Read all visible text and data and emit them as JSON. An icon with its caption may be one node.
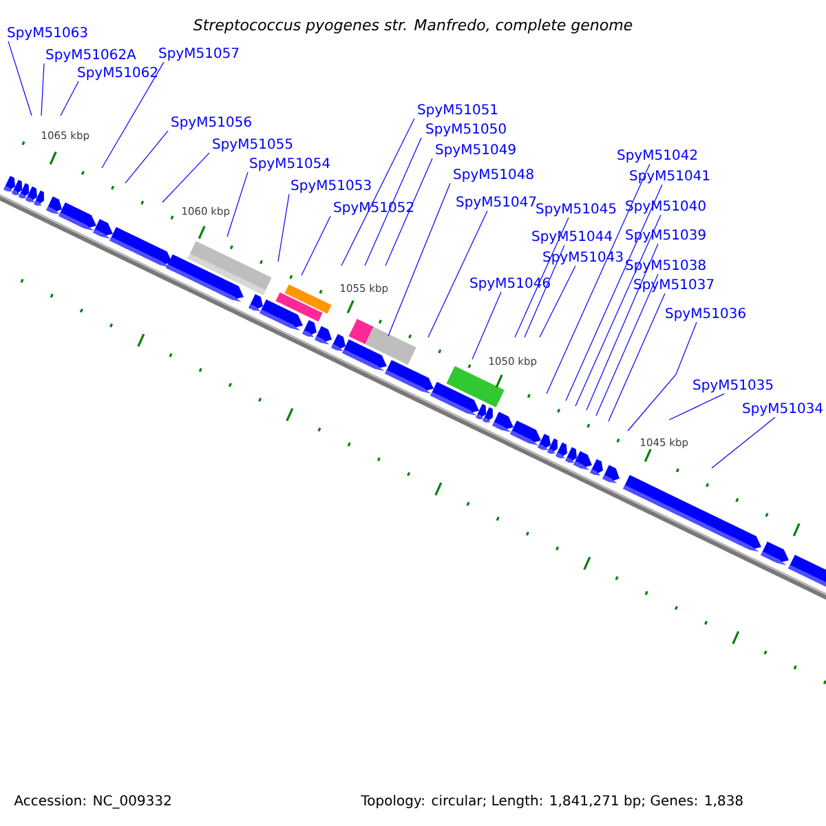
{
  "diagram": {
    "title": "Streptococcus pyogenes str. Manfredo, complete genome",
    "nodes": [
      {
        "text": [
          "SpyM51063"
        ]
      },
      {
        "text": [
          "SpyM51062A"
        ]
      },
      {
        "text": [
          "SpyM51062"
        ]
      },
      {
        "text": [
          "SpyM51057"
        ]
      },
      {
        "text": [
          "SpyM51056"
        ]
      },
      {
        "text": [
          "SpyM51055"
        ]
      },
      {
        "text": [
          "SpyM51054"
        ]
      },
      {
        "text": [
          "SpyM51053"
        ]
      },
      {
        "text": [
          "SpyM51052"
        ]
      },
      {
        "text": [
          "SpyM51051"
        ]
      },
      {
        "text": [
          "SpyM51050"
        ]
      },
      {
        "text": [
          "SpyM51049"
        ]
      },
      {
        "text": [
          "SpyM51048"
        ]
      },
      {
        "text": [
          "SpyM51047"
        ]
      },
      {
        "text": [
          "SpyM51046"
        ]
      },
      {
        "text": [
          "SpyM51045"
        ]
      },
      {
        "text": [
          "SpyM51044"
        ]
      },
      {
        "text": [
          "SpyM51043"
        ]
      },
      {
        "text": [
          "SpyM51042"
        ]
      },
      {
        "text": [
          "SpyM51041"
        ]
      },
      {
        "text": [
          "SpyM51040"
        ]
      },
      {
        "text": [
          "SpyM51039"
        ]
      },
      {
        "text": [
          "SpyM51038"
        ]
      },
      {
        "text": [
          "SpyM51037"
        ]
      },
      {
        "text": [
          "SpyM51036"
        ]
      },
      {
        "text": [
          "SpyM51035"
        ]
      },
      {
        "text": [
          "SpyM51034"
        ]
      }
    ],
    "edges": [
      {
        "from": 0,
        "to": null,
        "arrow": "none"
      },
      {
        "from": 1,
        "to": null,
        "arrow": "none"
      },
      {
        "from": 2,
        "to": null,
        "arrow": "none"
      },
      {
        "from": 3,
        "to": null,
        "arrow": "none"
      },
      {
        "from": 4,
        "to": null,
        "arrow": "none"
      },
      {
        "from": 5,
        "to": null,
        "arrow": "none"
      },
      {
        "from": 6,
        "to": null,
        "arrow": "none"
      },
      {
        "from": 7,
        "to": null,
        "arrow": "none"
      },
      {
        "from": 8,
        "to": null,
        "arrow": "none"
      },
      {
        "from": 9,
        "to": null,
        "arrow": "none"
      },
      {
        "from": 10,
        "to": null,
        "arrow": "none"
      },
      {
        "from": 11,
        "to": null,
        "arrow": "none"
      },
      {
        "from": 12,
        "to": null,
        "arrow": "none"
      },
      {
        "from": 13,
        "to": null,
        "arrow": "none"
      },
      {
        "from": 14,
        "to": null,
        "arrow": "none"
      },
      {
        "from": 15,
        "to": null,
        "arrow": "none"
      },
      {
        "from": 16,
        "to": null,
        "arrow": "none"
      },
      {
        "from": 17,
        "to": null,
        "arrow": "none"
      },
      {
        "from": 18,
        "to": null,
        "arrow": "none"
      },
      {
        "from": 19,
        "to": null,
        "arrow": "none"
      },
      {
        "from": 20,
        "to": null,
        "arrow": "none"
      },
      {
        "from": 21,
        "to": null,
        "arrow": "none"
      },
      {
        "from": 22,
        "to": null,
        "arrow": "none"
      },
      {
        "from": 23,
        "to": null,
        "arrow": "none"
      },
      {
        "from": 24,
        "to": null,
        "arrow": "none"
      },
      {
        "from": 25,
        "to": null,
        "arrow": "none"
      },
      {
        "from": 26,
        "to": null,
        "arrow": "none"
      }
    ],
    "labels": [
      "1065 kbp",
      "1060 kbp",
      "1055 kbp",
      "1050 kbp",
      "1045 kbp",
      "Accession: NC_009332",
      "Topology: circular; Length: 1,841,271 bp; Genes: 1,838"
    ]
  }
}
